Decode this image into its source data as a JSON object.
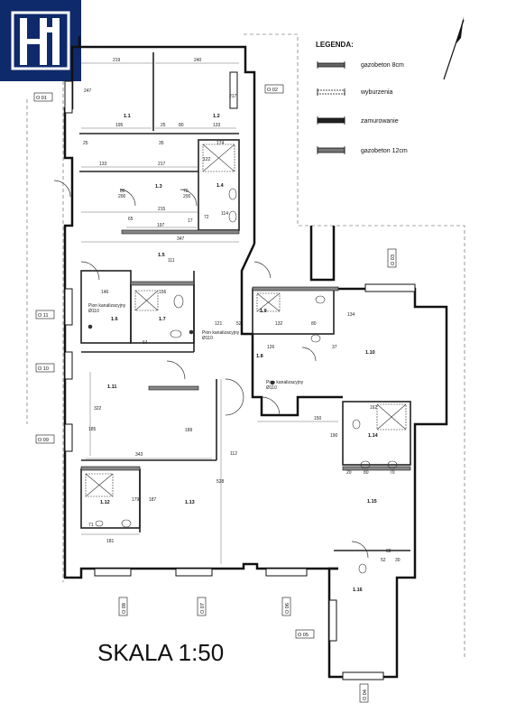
{
  "logo": {
    "letters": "H",
    "bg_color": "#0f2a6b"
  },
  "legend": {
    "title": "LEGENDA:",
    "items": [
      {
        "label": "gazobeton 8cm"
      },
      {
        "label": "wyburzenia"
      },
      {
        "label": "zamurowanie"
      },
      {
        "label": "gazobeton 12cm"
      }
    ]
  },
  "scale_label": "SKALA 1:50",
  "rooms": [
    "1.1",
    "1.2",
    "1.3",
    "1.4",
    "1.5",
    "1.6",
    "1.7",
    "1.8",
    "1.9",
    "1.10",
    "1.11",
    "1.12",
    "1.13",
    "1.14",
    "1.15",
    "1.16"
  ],
  "axes": {
    "o01": "O 01",
    "o02": "O 02",
    "o03": "O 03",
    "o04": "O 04",
    "o05": "O 05",
    "o06": "O 06",
    "o07": "O 07",
    "o08": "O 08",
    "o09": "O 09",
    "o10": "O 10",
    "o11": "O 11"
  },
  "notes": {
    "pion1": "Pion kanalizacyjny",
    "pion1b": "Ø110",
    "pion2": "Pion kanalizacyjny",
    "pion2b": "Ø110",
    "pion3": "Pion kanalizacyjny",
    "pion3b": "Ø110"
  },
  "dims": {
    "d219": "219",
    "d240": "240",
    "d195": "195",
    "d133a": "133",
    "d247": "247",
    "d217a": "217",
    "d35": "35",
    "d80a": "80",
    "d25a": "25",
    "d25b": "25",
    "d174": "174",
    "d122": "122",
    "d133b": "133",
    "d217b": "217",
    "d80b": "80",
    "d200a": "200",
    "d70a": "70",
    "d200b": "200",
    "d215": "215",
    "d65": "65",
    "d197": "197",
    "d17": "17",
    "d72": "72",
    "d114": "114",
    "d347": "347",
    "d111": "111",
    "d146": "146",
    "d156": "156",
    "d121": "121",
    "d64": "64",
    "d52": "52",
    "d132": "132",
    "d80c": "80",
    "d134": "134",
    "d126": "126",
    "d37": "37",
    "d322": "322",
    "d343": "343",
    "d189": "189",
    "d112": "112",
    "d528": "528",
    "d187": "187",
    "d179": "179",
    "d181": "181",
    "d71": "71",
    "d150": "150",
    "d190": "190",
    "d162": "162",
    "d20a": "20",
    "d80d": "80",
    "d70b": "70",
    "d82": "82",
    "d52b": "52",
    "d30": "30",
    "d185": "185"
  }
}
